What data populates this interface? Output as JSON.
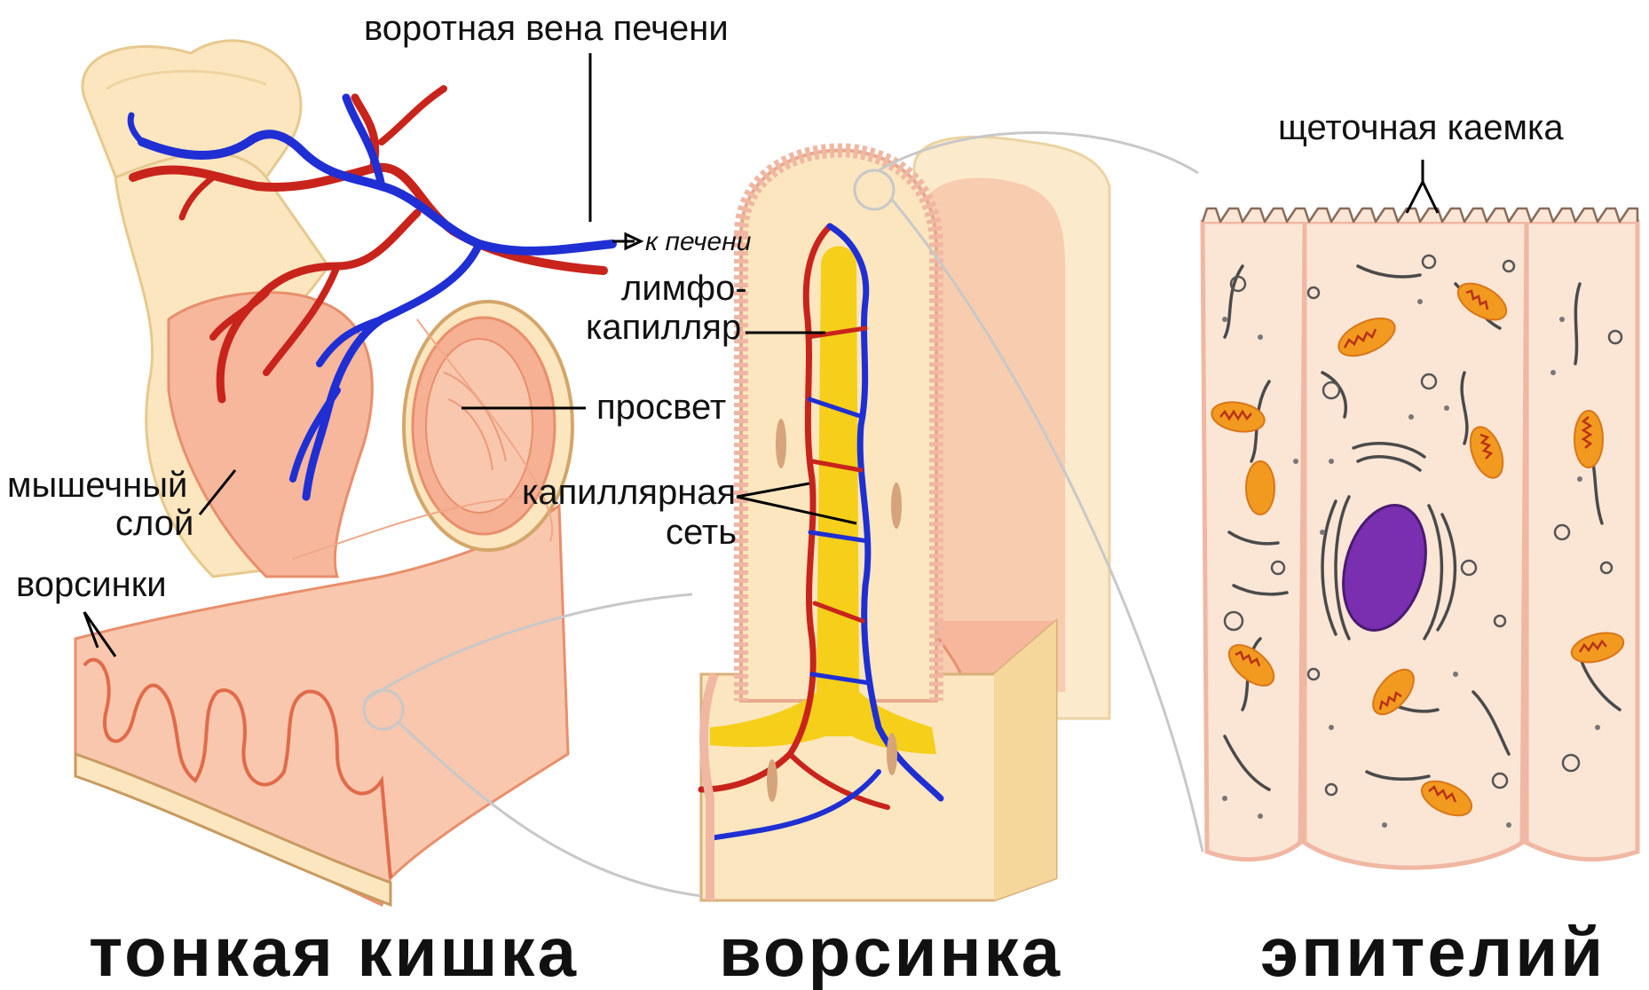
{
  "labels": {
    "portal_vein": "воротная вена печени",
    "to_liver": "к печени",
    "lymph_line1": "лимфо-",
    "lymph_line2": "капилляр",
    "lumen": "просвет",
    "capillary_line1": "капиллярная",
    "capillary_line2": "сеть",
    "muscle_line1": "мышечный",
    "muscle_line2": "слой",
    "villi": "ворсинки",
    "brush_border": "щеточная каемка"
  },
  "panels": {
    "small_intestine": "тонкая кишка",
    "villus": "ворсинка",
    "epithelium": "эпителий"
  },
  "colors": {
    "artery": "#c8241c",
    "vein": "#1f2fd4",
    "lacteal": "#f5cf1a",
    "tissue_pink": "#f7b79c",
    "tissue_cream": "#fbe6bf",
    "nucleus": "#7a2fb0",
    "mitochondria": "#f29a1f"
  }
}
